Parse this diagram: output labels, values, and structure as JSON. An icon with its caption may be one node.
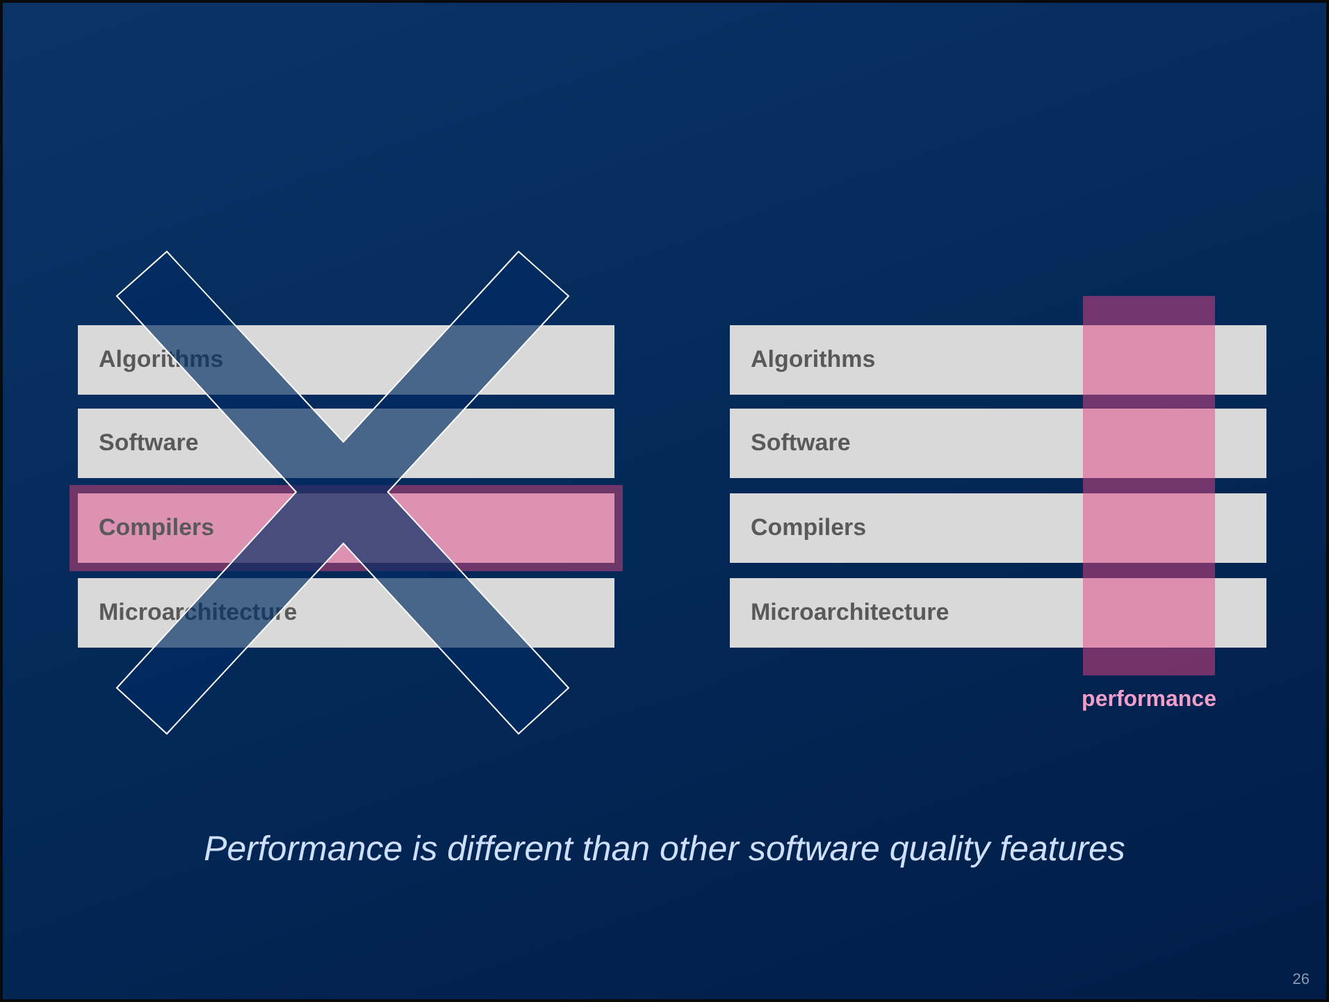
{
  "diagram": {
    "caption": "Performance is different than other software quality features",
    "nodes": [
      {
        "text": [
          "Algorithms"
        ]
      },
      {
        "text": [
          "Software"
        ]
      },
      {
        "text": [
          "Compilers"
        ]
      },
      {
        "text": [
          "Microarchitecture"
        ]
      },
      {
        "text": [
          "Algorithms"
        ]
      },
      {
        "text": [
          "Software"
        ]
      },
      {
        "text": [
          "Compilers"
        ]
      },
      {
        "text": [
          "Microarchitecture"
        ]
      },
      {
        "text": [
          "performance"
        ]
      }
    ],
    "labels": [
      "26"
    ]
  }
}
